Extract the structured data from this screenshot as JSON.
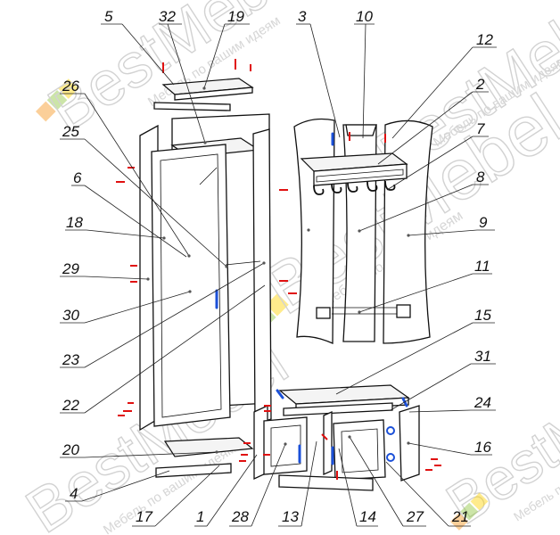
{
  "watermark": {
    "brand": "BestMebel",
    "tagline": "Мебель по вашим идеям",
    "logo_colors": [
      "#f7941d",
      "#8dc63f",
      "#ffd200"
    ]
  },
  "callouts": [
    {
      "label": "5"
    },
    {
      "label": "32"
    },
    {
      "label": "19"
    },
    {
      "label": "3"
    },
    {
      "label": "10"
    },
    {
      "label": "12"
    },
    {
      "label": "2"
    },
    {
      "label": "7"
    },
    {
      "label": "8"
    },
    {
      "label": "9"
    },
    {
      "label": "11"
    },
    {
      "label": "15"
    },
    {
      "label": "31"
    },
    {
      "label": "24"
    },
    {
      "label": "16"
    },
    {
      "label": "21"
    },
    {
      "label": "27"
    },
    {
      "label": "14"
    },
    {
      "label": "13"
    },
    {
      "label": "28"
    },
    {
      "label": "1"
    },
    {
      "label": "17"
    },
    {
      "label": "4"
    },
    {
      "label": "20"
    },
    {
      "label": "22"
    },
    {
      "label": "23"
    },
    {
      "label": "30"
    },
    {
      "label": "29"
    },
    {
      "label": "18"
    },
    {
      "label": "6"
    },
    {
      "label": "25"
    },
    {
      "label": "26"
    }
  ],
  "colors": {
    "fastener_red": "#e01010",
    "handle_blue": "#1b50d8",
    "line": "#111111"
  }
}
